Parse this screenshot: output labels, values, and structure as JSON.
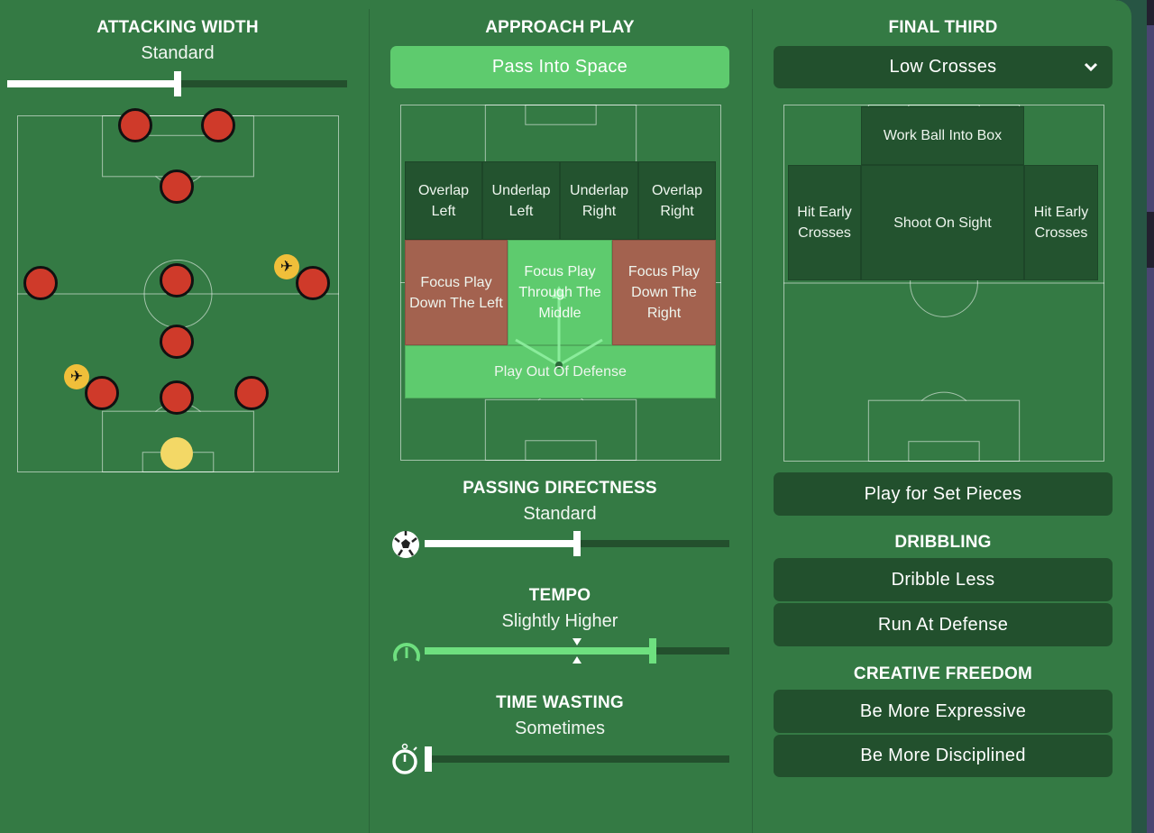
{
  "colors": {
    "background": "#347a44",
    "dark_zone": "#23532f",
    "selected_zone": "#5ecb6e",
    "unselected_zone": "#a3624f",
    "player": "#cf3a2a",
    "goalkeeper": "#f3d866",
    "tempo_fill": "#6ee07f"
  },
  "attacking_width": {
    "title": "ATTACKING WIDTH",
    "value": "Standard",
    "level_percent": 50,
    "players": [
      {
        "role": "forward",
        "icon": null
      },
      {
        "role": "forward",
        "icon": null
      },
      {
        "role": "attacking-midfielder",
        "icon": null
      },
      {
        "role": "left-midfielder",
        "icon": null
      },
      {
        "role": "central-midfielder",
        "icon": null
      },
      {
        "role": "right-midfielder",
        "icon": "airplane-icon"
      },
      {
        "role": "defensive-midfielder",
        "icon": null
      },
      {
        "role": "left-centre-back",
        "icon": "airplane-icon"
      },
      {
        "role": "centre-back",
        "icon": null
      },
      {
        "role": "right-centre-back",
        "icon": null
      },
      {
        "role": "goalkeeper",
        "icon": null
      }
    ]
  },
  "approach_play": {
    "title": "APPROACH PLAY",
    "selected": "Pass Into Space",
    "zones": {
      "overlap_left": "Overlap Left",
      "underlap_left": "Underlap Left",
      "underlap_right": "Underlap Right",
      "overlap_right": "Overlap Right",
      "focus_left": "Focus Play Down The Left",
      "focus_middle": "Focus Play Through The Middle",
      "focus_right": "Focus Play Down The Right",
      "play_out": "Play Out Of Defense"
    },
    "zone_states": {
      "focus_left": "unselected",
      "focus_middle": "selected",
      "focus_right": "unselected",
      "play_out": "selected"
    }
  },
  "passing_directness": {
    "title": "PASSING DIRECTNESS",
    "value": "Standard",
    "level_percent": 50,
    "icon": "football-icon"
  },
  "tempo": {
    "title": "TEMPO",
    "value": "Slightly Higher",
    "level_percent": 75,
    "default_marker_percent": 50,
    "icon": "speedometer-icon"
  },
  "time_wasting": {
    "title": "TIME WASTING",
    "value": "Sometimes",
    "level_percent": 1,
    "icon": "stopwatch-icon"
  },
  "final_third": {
    "title": "FINAL THIRD",
    "selected": "Low Crosses",
    "zones": {
      "work_ball": "Work Ball Into Box",
      "hit_early_left": "Hit Early Crosses",
      "shoot": "Shoot On Sight",
      "hit_early_right": "Hit Early Crosses"
    },
    "set_pieces": "Play for Set Pieces"
  },
  "dribbling": {
    "title": "DRIBBLING",
    "options": [
      "Dribble Less",
      "Run At Defense"
    ]
  },
  "creative_freedom": {
    "title": "CREATIVE FREEDOM",
    "options": [
      "Be More Expressive",
      "Be More Disciplined"
    ]
  }
}
